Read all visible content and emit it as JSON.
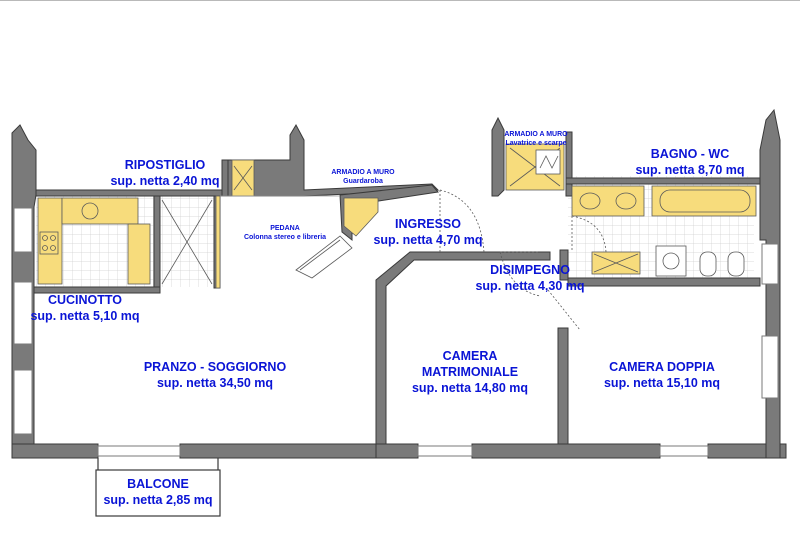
{
  "rooms": {
    "ripostiglio": {
      "name": "RIPOSTIGLIO",
      "area": "sup. netta 2,40 mq"
    },
    "cucinotto": {
      "name": "CUCINOTTO",
      "area": "sup. netta 5,10 mq"
    },
    "pranzo": {
      "name": "PRANZO - SOGGIORNO",
      "area": "sup. netta 34,50 mq"
    },
    "ingresso": {
      "name": "INGRESSO",
      "area": "sup. netta 4,70 mq"
    },
    "disimpegno": {
      "name": "DISIMPEGNO",
      "area": "sup. netta 4,30 mq"
    },
    "bagno": {
      "name": "BAGNO - WC",
      "area": "sup. netta 8,70 mq"
    },
    "camera_matrimoniale": {
      "name_line1": "CAMERA",
      "name_line2": "MATRIMONIALE",
      "area": "sup. netta 14,80 mq"
    },
    "camera_doppia": {
      "name": "CAMERA DOPPIA",
      "area": "sup. netta 15,10 mq"
    },
    "balcone": {
      "name": "BALCONE",
      "area": "sup. netta 2,85 mq"
    }
  },
  "annotations": {
    "pedana": {
      "title": "PEDANA",
      "note": "Colonna stereo e libreria"
    },
    "armadio_guardaroba": {
      "title": "ARMADIO A MURO",
      "note": "Guardaroba"
    },
    "armadio_lavatrice": {
      "title": "ARMADIO A MURO",
      "note": "Lavatrice e scarpe"
    }
  },
  "colors": {
    "wall": "#7a7a7a",
    "wall_edge": "#3a3a3a",
    "furniture": "#f7dc7c",
    "label": "#0a14d6",
    "tile_line": "#c9c9c9"
  }
}
